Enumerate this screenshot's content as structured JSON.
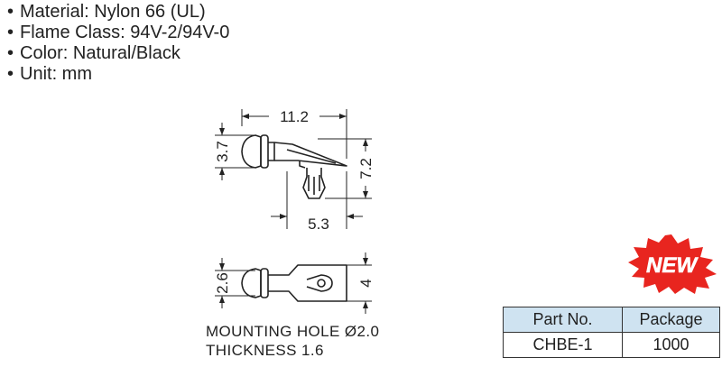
{
  "specs": [
    "Material: Nylon 66 (UL)",
    "Flame Class: 94V-2/94V-0",
    "Color: Natural/Black",
    "Unit: mm"
  ],
  "bullet": "•",
  "dimensions": {
    "length": "11.2",
    "head_height": "3.7",
    "total_height": "7.2",
    "leg_width": "5.3",
    "bottom_head": "2.6",
    "bottom_eye": "4"
  },
  "notes": {
    "mounting_hole": "MOUNTING HOLE Ø2.0",
    "thickness": "THICKNESS 1.6"
  },
  "badge": {
    "label": "NEW",
    "color": "#e8251f"
  },
  "table": {
    "headers": [
      "Part No.",
      "Package"
    ],
    "rows": [
      [
        "CHBE-1",
        "1000"
      ]
    ],
    "header_bg": "#cfe3f1"
  }
}
